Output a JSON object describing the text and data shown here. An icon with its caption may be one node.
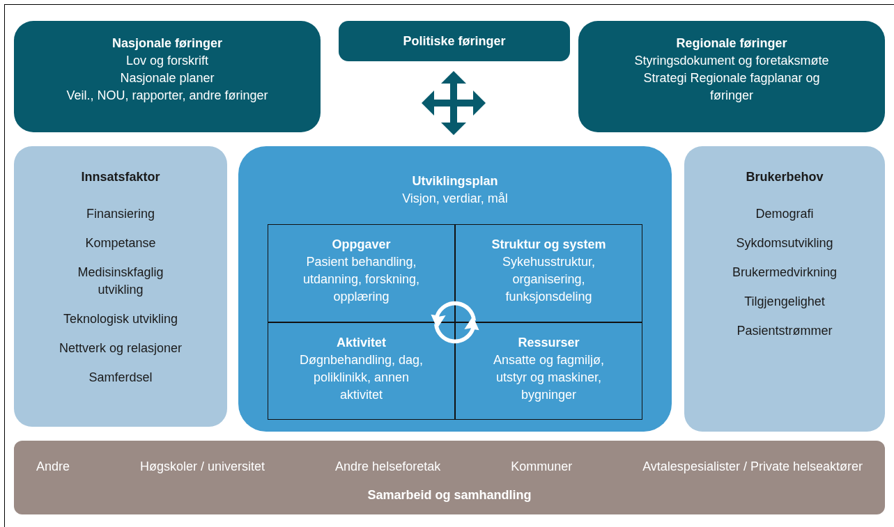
{
  "diagram": {
    "nodes": [
      {
        "text": [
          "Nasjonale føringer",
          "Lov og forskrift",
          "Nasjonale planer",
          "Veil., NOU, rapporter, andre føringer"
        ]
      },
      {
        "text": [
          "Politiske føringer"
        ]
      },
      {
        "text": [
          "Regionale føringer",
          "Styringsdokument og foretaksmøte",
          "Strategi Regionale fagplanar og føringer"
        ]
      },
      {
        "text": [
          "Innsatsfaktor",
          "Finansiering",
          "Kompetanse",
          "Medisinskfaglig utvikling",
          "Teknologisk utvikling",
          "Nettverk og relasjoner",
          "Samferdsel"
        ]
      },
      {
        "text": [
          "Utviklingsplan",
          "Visjon, verdiar, mål"
        ]
      },
      {
        "text": [
          "Oppgaver",
          "Pasient behandling, utdanning, forskning, opplæring"
        ],
        "in": 4
      },
      {
        "text": [
          "Struktur og system",
          "Sykehusstruktur, organisering, funksjonsdeling"
        ],
        "in": 4
      },
      {
        "text": [
          "Aktivitet",
          "Døgnbehandling, dag, poliklinikk, annen aktivitet"
        ],
        "in": 4
      },
      {
        "text": [
          "Ressurser",
          "Ansatte og fagmiljø, utstyr og maskiner, bygninger"
        ],
        "in": 4
      },
      {
        "text": [
          "Brukerbehov",
          "Demografi",
          "Sykdomsutvikling",
          "Brukermedvirkning",
          "Tilgjengelighet",
          "Pasientstrømmer"
        ]
      },
      {
        "text": [
          "Andre",
          "Høgskoler / universitet",
          "Andre helseforetak",
          "Kommuner",
          "Avtalespesialister / Private helseaktører",
          "Samarbeid og samhandling"
        ]
      }
    ]
  }
}
